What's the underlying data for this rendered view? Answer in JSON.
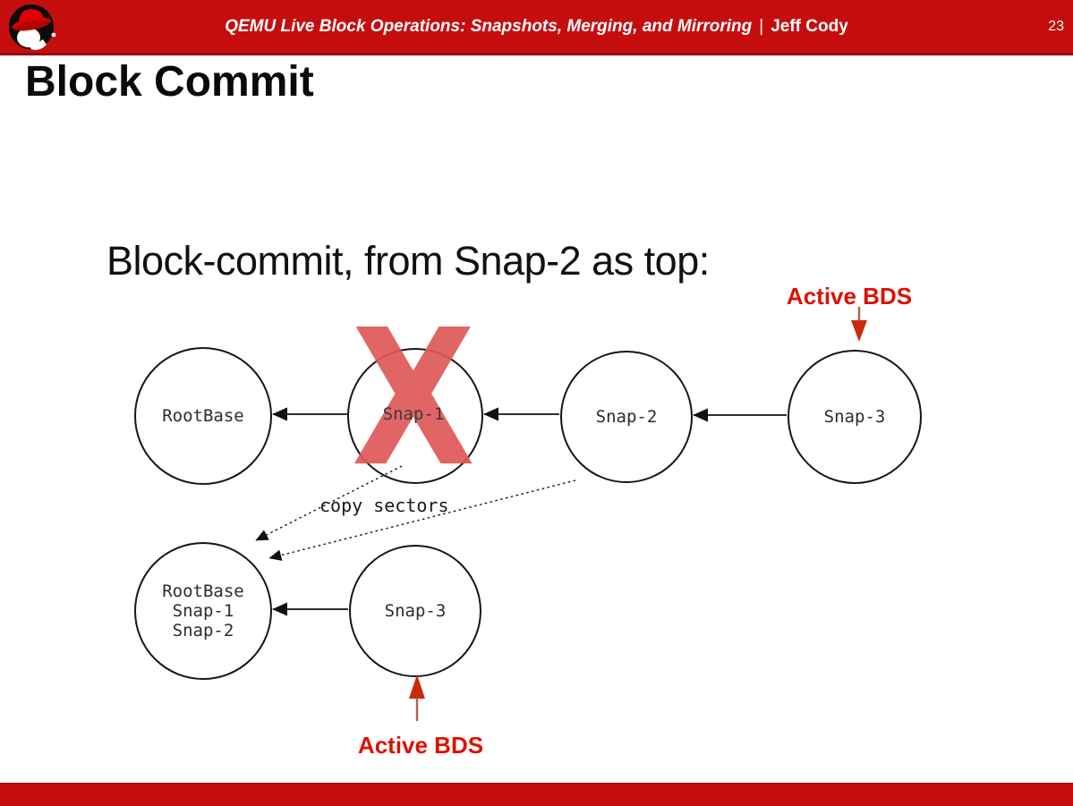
{
  "header": {
    "title": "QEMU Live Block Operations: Snapshots, Merging, and Mirroring",
    "separator": "|",
    "author": "Jeff Cody",
    "page_number": "23"
  },
  "slide": {
    "heading": "Block Commit",
    "caption": "Block-commit, from Snap-2 as top:"
  },
  "diagram": {
    "nodes": [
      {
        "id": "rootbase-top",
        "label": "RootBase"
      },
      {
        "id": "snap1-top",
        "label": "Snap-1",
        "deleted": true
      },
      {
        "id": "snap2-top",
        "label": "Snap-2"
      },
      {
        "id": "snap3-top",
        "label": "Snap-3"
      },
      {
        "id": "merged-bottom",
        "lines": [
          "RootBase",
          "Snap-1",
          "Snap-2"
        ]
      },
      {
        "id": "snap3-bottom",
        "label": "Snap-3"
      }
    ],
    "x_mark": "X",
    "copy_sectors_label": "copy sectors",
    "active_bds_top": "Active BDS",
    "active_bds_bottom": "Active BDS"
  },
  "colors": {
    "header_red": "#c60d0e",
    "accent_red": "#dd1100",
    "x_red": "#df5858",
    "arrow_red": "#cc2a0e",
    "node_stroke": "#161616"
  }
}
